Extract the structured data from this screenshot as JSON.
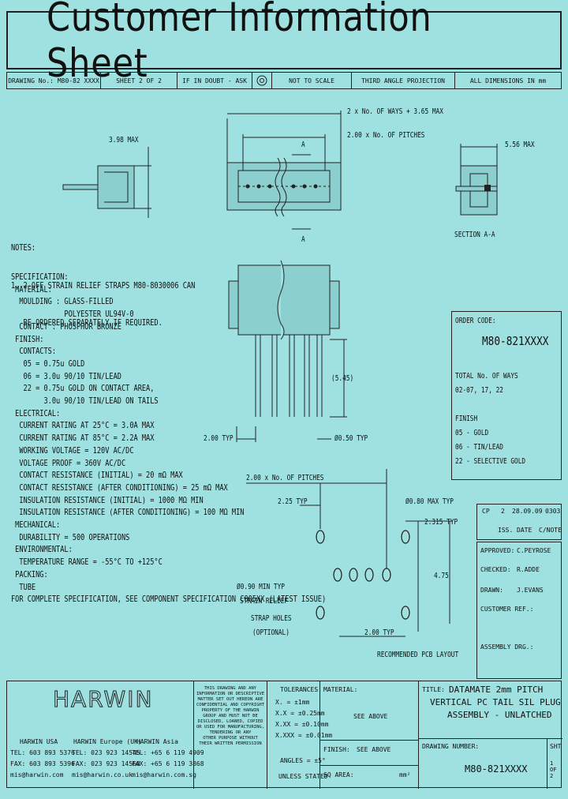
{
  "title": "Customer Information Sheet",
  "header": {
    "drawing_no": "DRAWING No.: M80-82 XXXX",
    "sheet": "SHEET 2 OF 2",
    "doubt": "IF IN DOUBT - ASK",
    "projection_symbol": "projection-symbol",
    "scale": "NOT TO SCALE",
    "projection": "THIRD ANGLE PROJECTION",
    "dims": "ALL DIMENSIONS IN mm"
  },
  "drawing": {
    "dim_total": "2 x No. OF WAYS + 3.65 MAX",
    "dim_pitch": "2.00 x No. OF PITCHES",
    "dim_height": "3.98 MAX",
    "dim_side": "5.56 MAX",
    "section_marker": "A",
    "section_label": "SECTION A-A",
    "dim_tail": "(5.45)",
    "dim_pitch_typ": "2.00 TYP",
    "dim_pin_dia": "Ø0.50 TYP",
    "pcb_pitches": "2.00 x No. OF PITCHES",
    "pcb_225": "2.25 TYP",
    "pcb_hole": "Ø0.80 MAX TYP",
    "pcb_2315": "2.315 TYP",
    "pcb_475": "4.75",
    "pcb_strain_1": "Ø0.90 MIN TYP",
    "pcb_strain_2": "STRAIN RELIEF",
    "pcb_strain_3": "STRAP HOLES",
    "pcb_strain_4": "(OPTIONAL)",
    "pcb_200": "2.00 TYP",
    "pcb_layout": "RECOMMENDED PCB LAYOUT"
  },
  "notes": [
    "NOTES:",
    "1. 2-OFF STRAIN RELIEF STRAPS M80-8030006 CAN",
    "   BE ORDERED SEPARATELY IF REQUIRED."
  ],
  "spec": [
    "SPECIFICATION:",
    " MATERIAL:",
    "  MOULDING : GLASS-FILLED",
    "             POLYESTER UL94V-0",
    "  CONTACT : PHOSPHOR BRONZE",
    " FINISH:",
    "  CONTACTS:",
    "   05 = 0.75u GOLD",
    "   06 = 3.0u 90/10 TIN/LEAD",
    "   22 = 0.75u GOLD ON CONTACT AREA,",
    "        3.0u 90/10 TIN/LEAD ON TAILS",
    " ELECTRICAL:",
    "  CURRENT RATING AT 25°C = 3.0A MAX",
    "  CURRENT RATING AT 85°C = 2.2A MAX",
    "  WORKING VOLTAGE = 120V AC/DC",
    "  VOLTAGE PROOF = 360V AC/DC",
    "  CONTACT RESISTANCE (INITIAL) = 20 mΩ MAX",
    "  CONTACT RESISTANCE (AFTER CONDITIONING) = 25 mΩ MAX",
    "  INSULATION RESISTANCE (INITIAL) = 1000 MΩ MIN",
    "  INSULATION RESISTANCE (AFTER CONDITIONING) = 100 MΩ MIN",
    " MECHANICAL:",
    "  DURABILITY = 500 OPERATIONS",
    " ENVIRONMENTAL:",
    "  TEMPERATURE RANGE = -55°C TO +125°C",
    " PACKING:",
    "  TUBE",
    "FOR COMPLETE SPECIFICATION, SEE COMPONENT SPECIFICATION C005XX (LATEST ISSUE)"
  ],
  "order": {
    "label": "ORDER CODE:",
    "code": "M80-821XXXX",
    "ways_label": "TOTAL No. OF WAYS",
    "ways": "02-07, 17, 22",
    "finish_label": "FINISH",
    "finish_05": "05 - GOLD",
    "finish_06": "06 - TIN/LEAD",
    "finish_22": "22 - SELECTIVE GOLD"
  },
  "rev": {
    "cp": "CP",
    "num": "2",
    "date": "28.09.09",
    "cn": "0303",
    "h_iss": "ISS.",
    "h_date": "DATE",
    "h_cn": "C/NOTE"
  },
  "approvals": {
    "approved_label": "APPROVED:",
    "approved": "C.PEYROSE",
    "checked_label": "CHECKED:",
    "checked": "R.ADDE",
    "drawn_label": "DRAWN:",
    "drawn": "J.EVANS",
    "customer_label": "CUSTOMER REF.:",
    "assembly_label": "ASSEMBLY DRG.:"
  },
  "footer": {
    "logo": "HARWIN",
    "usa": "HARWIN USA",
    "europe": "HARWIN Europe (UK)",
    "asia": "HARWIN Asia",
    "tel_usa": "TEL: 603 893 5376",
    "fax_usa": "FAX: 603 893 5396",
    "mail_usa": "mis@harwin.com",
    "tel_eu": "TEL: 023 923 14545",
    "fax_eu": "FAX: 023 923 14560",
    "mail_eu": "mis@harwin.co.uk",
    "tel_asia": "TEL: +65 6 119 4909",
    "fax_asia": "FAX: +65 6 119 3868",
    "mail_asia": "mis@harwin.com.sg",
    "disclaimer": "THIS DRAWING AND ANY\nINFORMATION OR DESCRIPTIVE\nMATTER SET OUT HEREON ARE\nCONFIDENTIAL AND COPYRIGHT\nPROPERTY OF THE HARWIN\nGROUP AND MUST NOT BE\nDISCLOSED, LOANED, COPIED\nOR USED FOR MANUFACTURING,\nTENDERING OR ANY\nOTHER PURPOSE WITHOUT\nTHEIR WRITTEN PERMISSION",
    "tol_title": "TOLERANCES",
    "tol_1": "X. = ±1mm",
    "tol_2": "X.X = ±0.25mm",
    "tol_3": "X.XX = ±0.10mm",
    "tol_4": "X.XXX = ±0.01mm",
    "angles": "ANGLES = ±5°",
    "unless": "UNLESS STATED",
    "material_label": "MATERIAL:",
    "material": "SEE ABOVE",
    "finish_label": "FINISH:",
    "finish": "SEE ABOVE",
    "sq_label": "SQ AREA:",
    "sq_unit": "mm²",
    "title_label": "TITLE:",
    "title_1": "DATAMATE 2mm PITCH",
    "title_2": "VERTICAL PC TAIL SIL PLUG",
    "title_3": "ASSEMBLY - UNLATCHED",
    "dwg_label": "DRAWING NUMBER:",
    "dwg": "M80-821XXXX",
    "sht_label": "SHT",
    "sht": "1 OF 2"
  }
}
